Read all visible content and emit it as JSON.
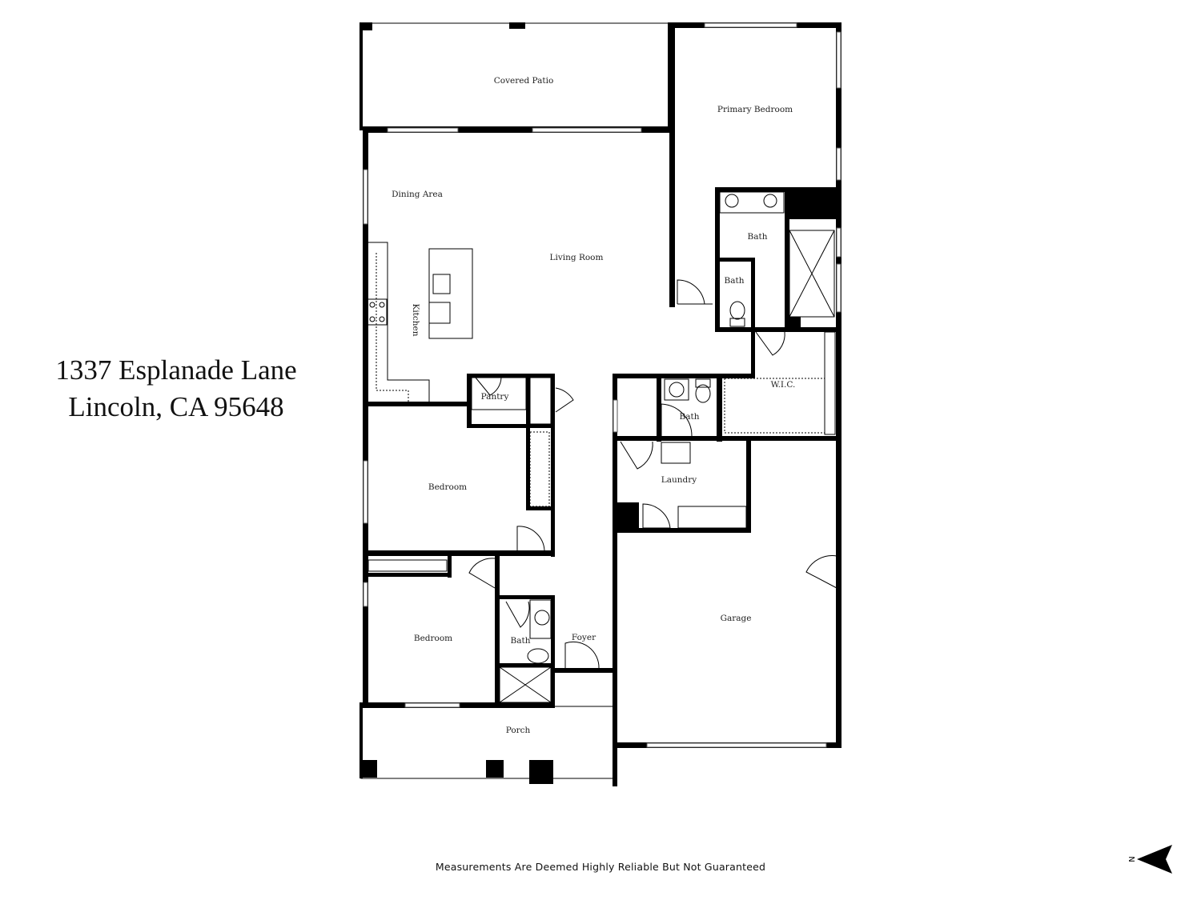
{
  "address": {
    "line1": "1337 Esplanade Lane",
    "line2": "Lincoln, CA  95648"
  },
  "rooms": {
    "covered_patio": "Covered Patio",
    "primary_bedroom": "Primary Bedroom",
    "dining_area": "Dining Area",
    "living_room": "Living Room",
    "kitchen": "Kitchen",
    "primary_bath": "Bath",
    "toilet_room": "Bath",
    "wic": "W.I.C.",
    "pantry": "Pantry",
    "half_bath": "Bath",
    "laundry": "Laundry",
    "bedroom_2": "Bedroom",
    "bedroom_3": "Bedroom",
    "hall_bath": "Bath",
    "foyer": "Foyer",
    "garage": "Garage",
    "porch": "Porch"
  },
  "disclaimer": "Measurements Are Deemed Highly Reliable But Not Guaranteed",
  "compass": {
    "label": "N",
    "icon": "north-arrow-icon"
  }
}
